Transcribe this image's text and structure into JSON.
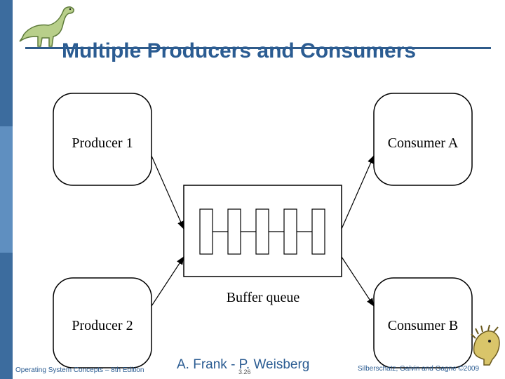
{
  "slide": {
    "title": "Multiple Producers and Consumers",
    "footer_left": "Operating System Concepts – 8th Edition",
    "footer_mid": "A. Frank - P. Weisberg",
    "page_number": "3.26",
    "footer_right": "Silberschatz, Galvin and Gagne ©2009"
  },
  "diagram": {
    "producer1": "Producer 1",
    "producer2": "Producer 2",
    "consumerA": "Consumer A",
    "consumerB": "Consumer B",
    "buffer_label": "Buffer queue"
  },
  "colors": {
    "accent": "#2b5c92",
    "sidebar": "#3c6c9e"
  },
  "icons": [
    "dinosaur-icon",
    "dinosaur-head-icon"
  ]
}
